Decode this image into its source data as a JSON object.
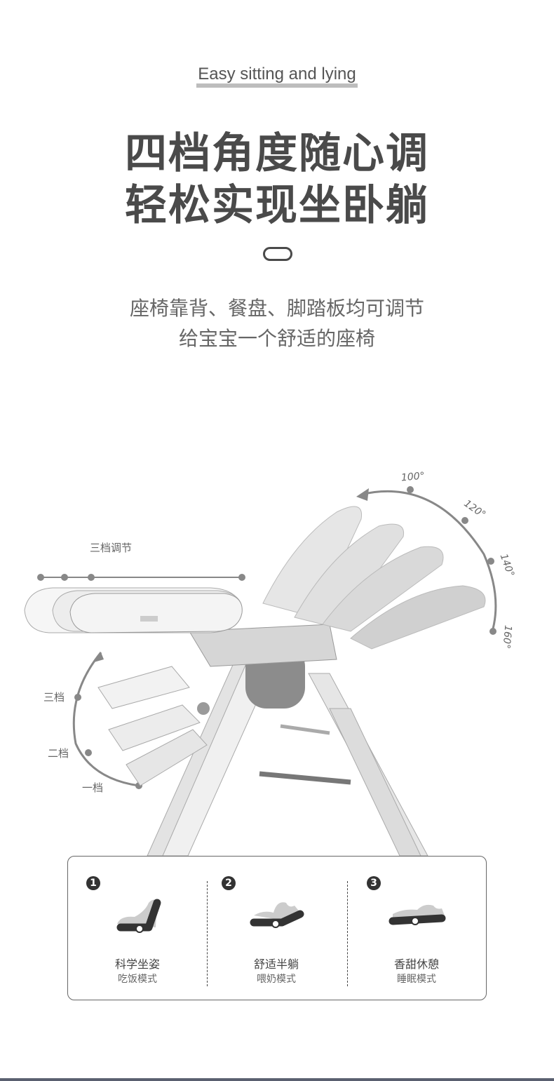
{
  "header": {
    "eyebrow": "Easy sitting and lying",
    "title_line1": "四档角度随心调",
    "title_line2": "轻松实现坐卧躺",
    "subtitle_line1": "座椅靠背、餐盘、脚踏板均可调节",
    "subtitle_line2": "给宝宝一个舒适的座椅"
  },
  "illustration": {
    "tray_label": "三档调节",
    "footrest_labels": [
      "三档",
      "二档",
      "一档"
    ],
    "backrest_angles": [
      "100°",
      "120°",
      "140°",
      "160°"
    ]
  },
  "modes": [
    {
      "number": "1",
      "name": "科学坐姿",
      "desc": "吃饭模式"
    },
    {
      "number": "2",
      "name": "舒适半躺",
      "desc": "喂奶模式"
    },
    {
      "number": "3",
      "name": "香甜休憩",
      "desc": "睡眠模式"
    }
  ]
}
